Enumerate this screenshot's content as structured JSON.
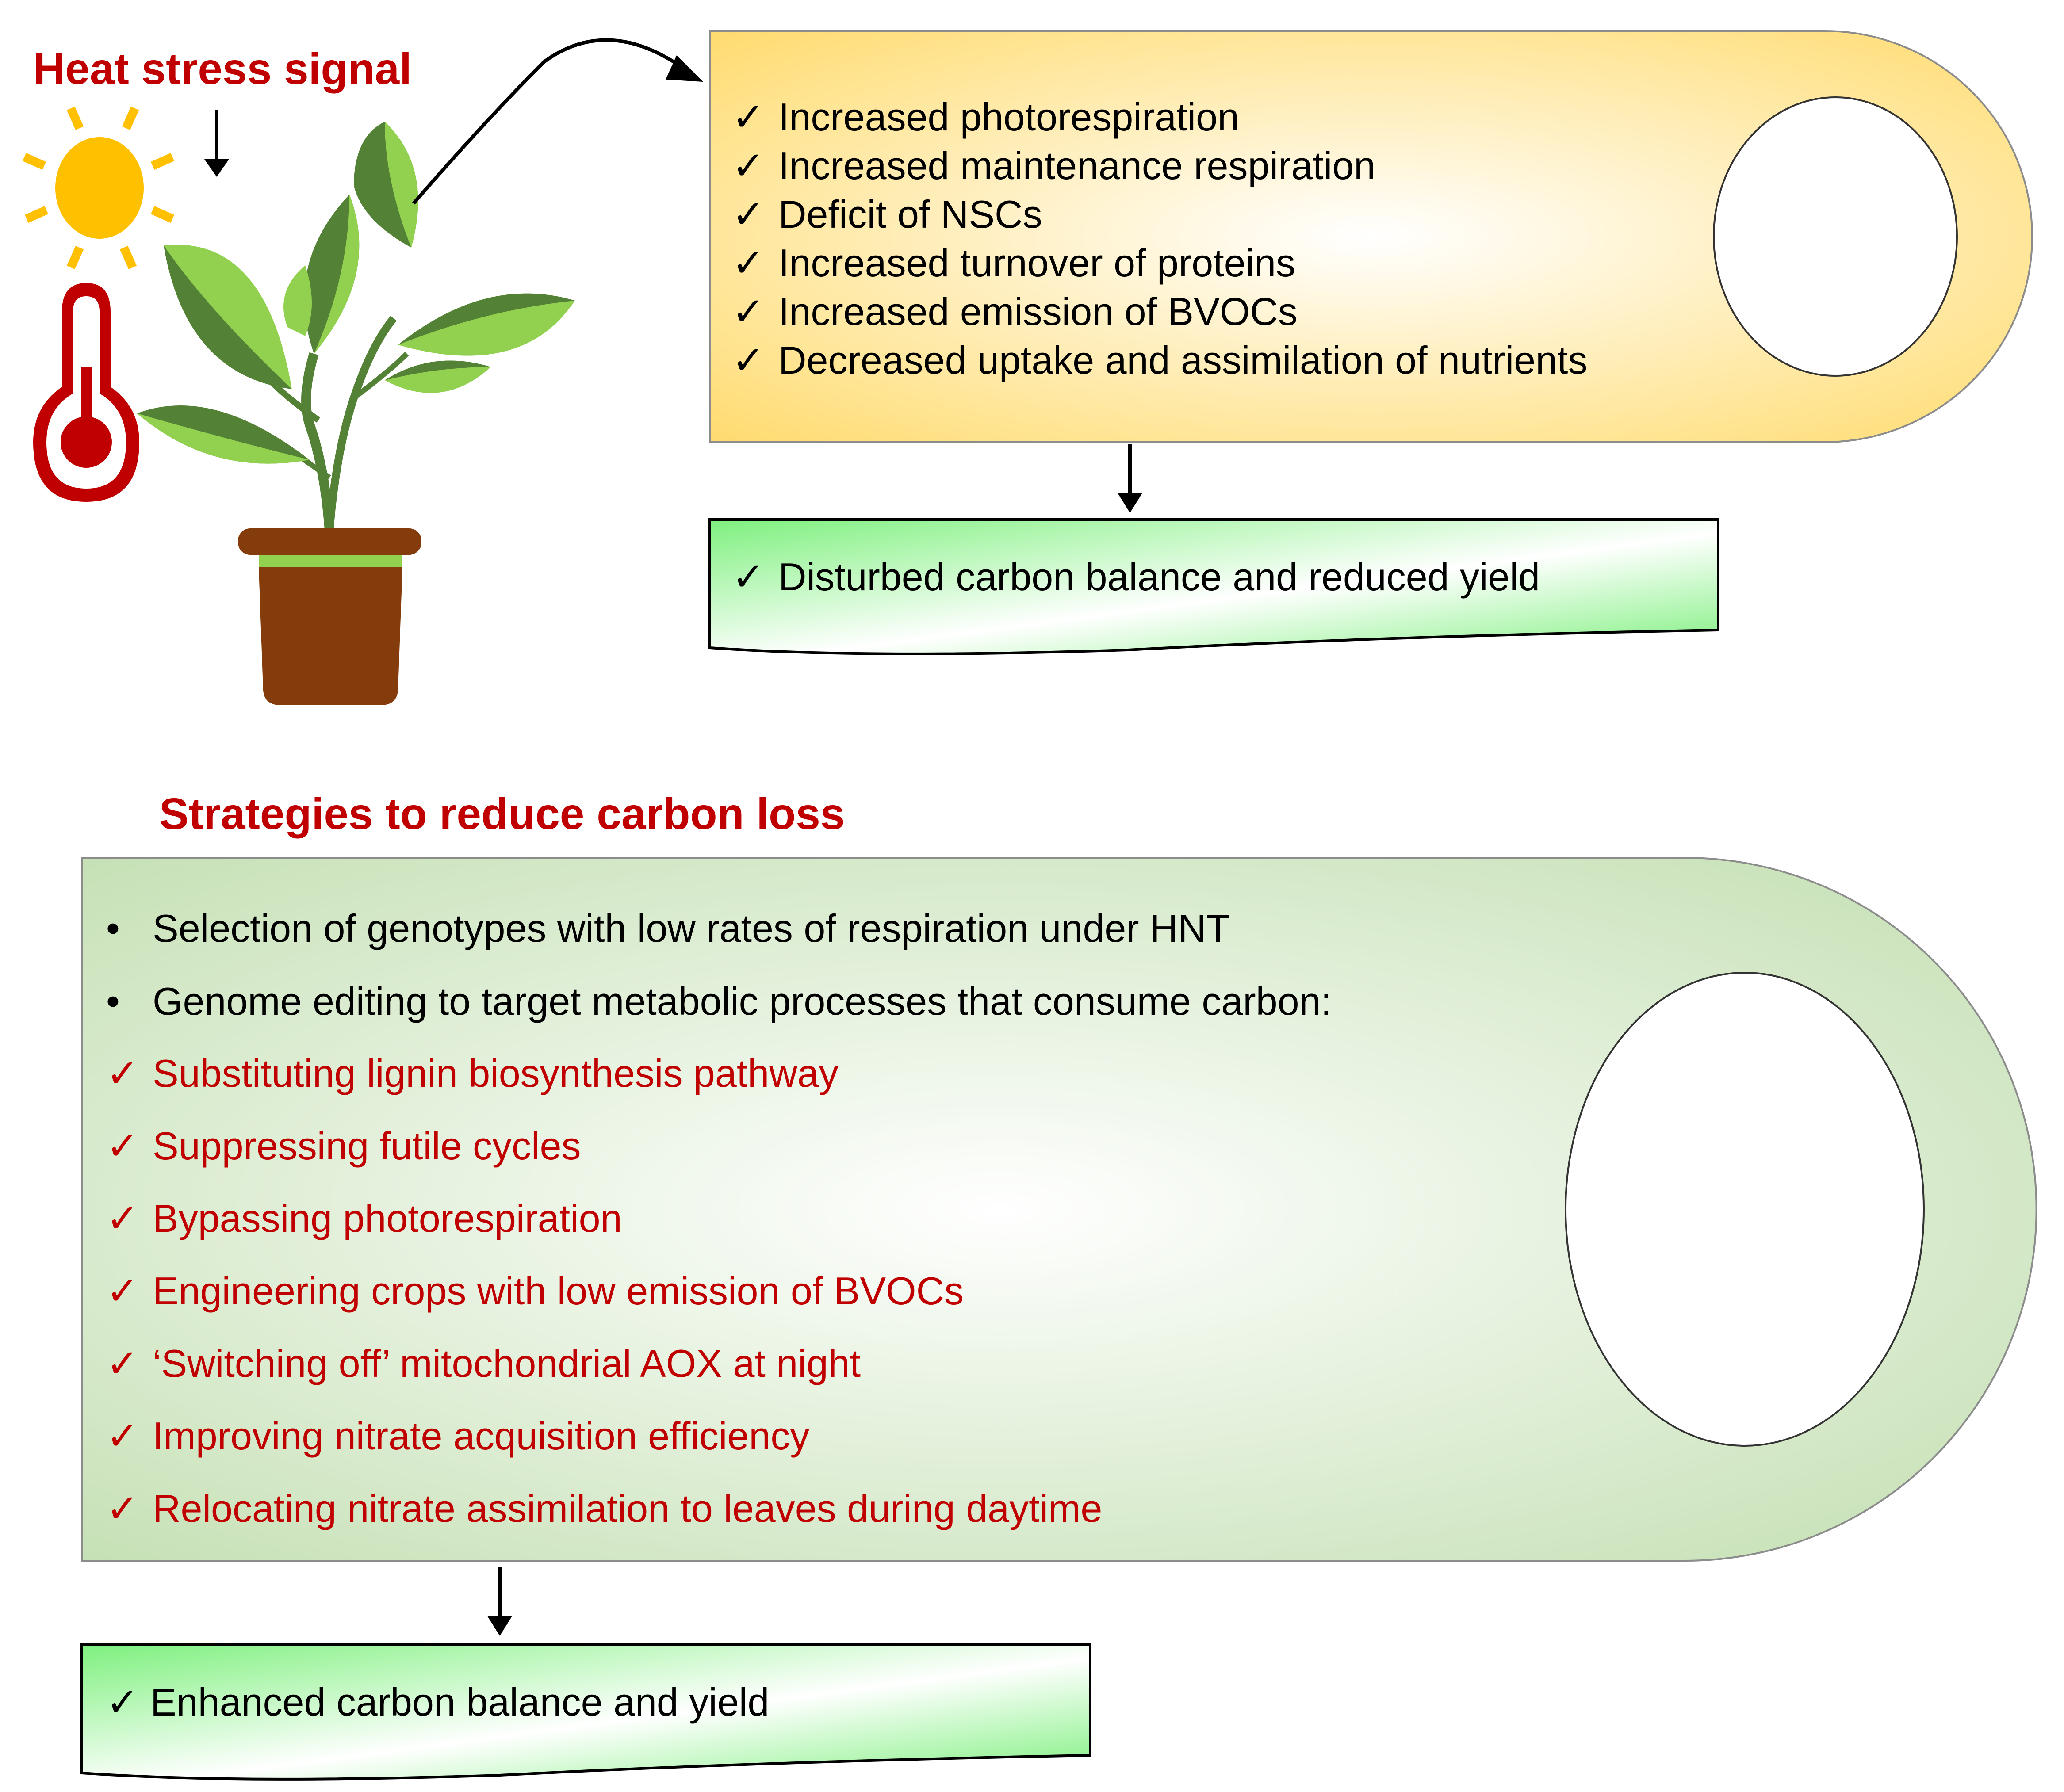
{
  "heat_signal_label": "Heat stress signal",
  "effects": {
    "check": "✓",
    "items": [
      "Increased photorespiration",
      "Increased maintenance respiration",
      "Deficit of NSCs",
      "Increased turnover of proteins",
      "Increased emission of BVOCs",
      "Decreased uptake and assimilation of nutrients"
    ]
  },
  "outcome_disturbed": {
    "check": "✓",
    "text": "Disturbed carbon balance and reduced yield"
  },
  "strategies": {
    "title": "Strategies to reduce carbon loss",
    "bullet": "•",
    "check": "✓",
    "bullets": [
      "Selection of genotypes with low rates of respiration under HNT",
      "Genome editing to target metabolic processes that consume carbon:"
    ],
    "checks": [
      "Substituting lignin biosynthesis pathway",
      "Suppressing futile cycles",
      "Bypassing photorespiration",
      "Engineering crops with low emission of BVOCs",
      "‘Switching off’ mitochondrial AOX at night",
      "Improving nitrate acquisition efficiency",
      "Relocating nitrate assimilation to leaves during daytime"
    ]
  },
  "outcome_enhanced": {
    "check": "✓",
    "text": "Enhanced carbon balance and yield"
  },
  "colors": {
    "title_red": "#c00000",
    "text_black": "#000000",
    "sun_yellow": "#ffc000",
    "thermo_red": "#c00000",
    "leaf_dark": "#538135",
    "leaf_light": "#92d050",
    "pot_brown": "#843c0c",
    "pot_rim_green": "#92d050",
    "effects_fill": "#ffd966",
    "outcome_fill": "#7ef07e",
    "strategies_fill": "#c5e0b4"
  },
  "icons": [
    "sun-icon",
    "thermometer-icon",
    "plant-pot-icon",
    "down-arrow-icon",
    "curved-arrow-icon"
  ]
}
